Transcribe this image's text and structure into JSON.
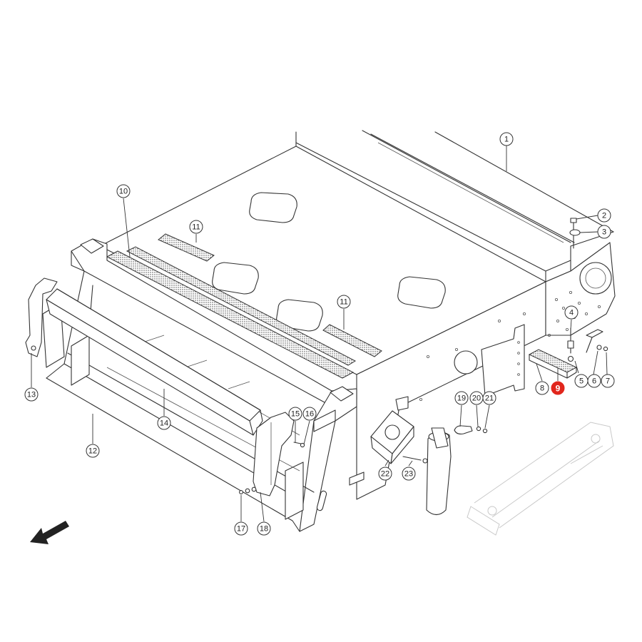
{
  "highlight_color": "#e1261c",
  "callouts": [
    {
      "id": "1",
      "label": "1"
    },
    {
      "id": "2",
      "label": "2"
    },
    {
      "id": "3",
      "label": "3"
    },
    {
      "id": "4",
      "label": "4"
    },
    {
      "id": "5",
      "label": "5"
    },
    {
      "id": "6",
      "label": "6"
    },
    {
      "id": "7",
      "label": "7"
    },
    {
      "id": "8",
      "label": "8"
    },
    {
      "id": "9",
      "label": "9",
      "highlighted": true
    },
    {
      "id": "10",
      "label": "10"
    },
    {
      "id": "11a",
      "label": "11"
    },
    {
      "id": "11b",
      "label": "11"
    },
    {
      "id": "12",
      "label": "12"
    },
    {
      "id": "13",
      "label": "13"
    },
    {
      "id": "14",
      "label": "14"
    },
    {
      "id": "15",
      "label": "15"
    },
    {
      "id": "16",
      "label": "16"
    },
    {
      "id": "17",
      "label": "17"
    },
    {
      "id": "18",
      "label": "18"
    },
    {
      "id": "19",
      "label": "19"
    },
    {
      "id": "20",
      "label": "20"
    },
    {
      "id": "21",
      "label": "21"
    },
    {
      "id": "22",
      "label": "22"
    },
    {
      "id": "23",
      "label": "23"
    }
  ],
  "icons": {
    "direction_arrow": "arrow-down-left-icon"
  }
}
